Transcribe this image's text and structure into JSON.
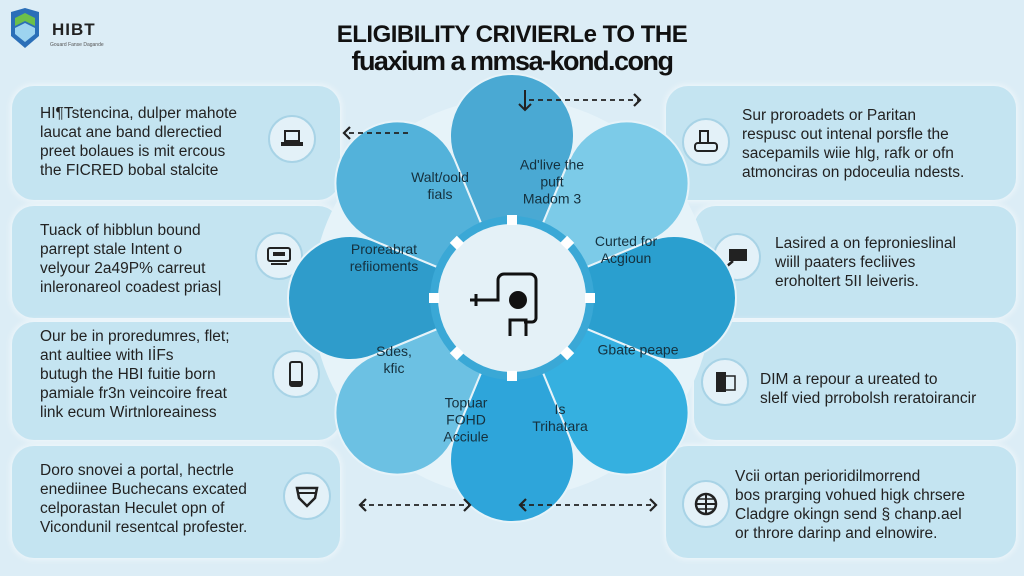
{
  "header": {
    "logo_name": "HIBT",
    "logo_tagline": "Gouard Fanse Dagande",
    "title_line1": "ELIGIBILITY CRIVIERLe TO THE",
    "title_line2": "fuaxium a mmsa-kond.cong"
  },
  "left_cards": [
    {
      "icon": "computer-icon",
      "lines": [
        "HI¶Tstencina, dulper mahote",
        "laucat ane band dlerectied",
        "preet bolaues is mit ercous",
        "the FICRED bobal stalcite"
      ]
    },
    {
      "icon": "monitor-icon",
      "lines": [
        "Tuack of hibblun bound",
        "parrept stale Intent o",
        "velyour 2a49P% carreut",
        "inleronareol coadest prias|"
      ]
    },
    {
      "icon": "smartphone-icon",
      "lines": [
        "Our be in proredumres, flet;",
        "ant aultiee with IİFs",
        "butugh the HBI fuitie born",
        "pamiale fr3n veincoire freat",
        "link ecum Wirtnloreainess"
      ]
    },
    {
      "icon": "shield-icon",
      "lines": [
        "Doro snovei a portal, hectrle",
        "enediinee Buchecans excated",
        "celporastan Heculet opn of",
        "Vicondunil resentcal profester."
      ]
    }
  ],
  "right_cards": [
    {
      "icon": "printer-icon",
      "lines": [
        "Sur proroadets or Paritan",
        "respusc out intenal porsfle the",
        "sacepamils wiie hlg, rafk or ofn",
        "atmonciras on pdoceulia ndests."
      ]
    },
    {
      "icon": "laptop-icon",
      "lines": [
        "Lasired a on fepronieslinal",
        "wiill paaters fecliives",
        "eroholtert 5II leiveris."
      ]
    },
    {
      "icon": "document-icon",
      "lines": [
        "DIM a repour a ureated to",
        "slelf vied prrobolsh reratoirancir"
      ]
    },
    {
      "icon": "globe-icon",
      "lines": [
        "Vcii ortan perioridilmorrend",
        "bos prarging vohued higk chrsere",
        "Cladgre okingn send § chanp.ael",
        "or throre darinp and elnowire."
      ]
    }
  ],
  "petals": [
    {
      "label": "Walt/oold\nfials",
      "color": "#4aa9d3"
    },
    {
      "label": "Ad'live the\npuft\nMadom 3",
      "color": "#7ccbe8"
    },
    {
      "label": "Curted for\nAcgioun",
      "color": "#2a9fcf"
    },
    {
      "label": "Gbate peape",
      "color": "#35b0e0"
    },
    {
      "label": "Is\nTrihatara",
      "color": "#2ea5da"
    },
    {
      "label": "Topuar\nFOHD\nAcciule",
      "color": "#6cc1e3"
    },
    {
      "label": "Sdes,\nkfic",
      "color": "#2f9ccb"
    },
    {
      "label": "Proreabrat\nrefiioments",
      "color": "#53b2da"
    }
  ],
  "center": {
    "icon": "person-flow-icon"
  }
}
